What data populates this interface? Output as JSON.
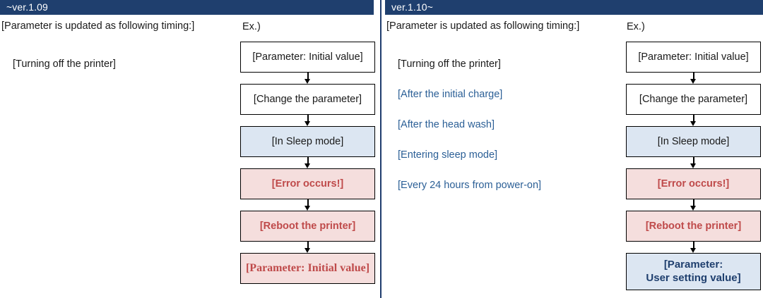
{
  "panels": [
    {
      "version_label": "~ver.1.09",
      "caption": "[Parameter is updated as following timing:]",
      "example_label": "Ex.)",
      "timing_items": [
        {
          "text": "[Turning off the printer]",
          "accent": false
        }
      ],
      "flow_nodes": [
        {
          "label": "[Parameter: Initial value]",
          "style": "plain"
        },
        {
          "label": "[Change the parameter]",
          "style": "plain"
        },
        {
          "label": "[In Sleep mode]",
          "style": "blue"
        },
        {
          "label": "[Error occurs!]",
          "style": "red"
        },
        {
          "label": "[Reboot the printer]",
          "style": "red"
        },
        {
          "label": "[Parameter: Initial value]",
          "style": "red-serif"
        }
      ]
    },
    {
      "version_label": "ver.1.10~",
      "caption": "[Parameter is updated as following timing:]",
      "example_label": "Ex.)",
      "timing_items": [
        {
          "text": "[Turning off the printer]",
          "accent": false
        },
        {
          "text": "[After the initial charge]",
          "accent": true
        },
        {
          "text": "[After the head wash]",
          "accent": true
        },
        {
          "text": "[Entering sleep mode]",
          "accent": true
        },
        {
          "text": "[Every 24 hours from power-on]",
          "accent": true
        }
      ],
      "flow_nodes": [
        {
          "label": "[Parameter: Initial value]",
          "style": "plain"
        },
        {
          "label": "[Change the parameter]",
          "style": "plain"
        },
        {
          "label": "[In Sleep mode]",
          "style": "blue"
        },
        {
          "label": "[Error occurs!]",
          "style": "red"
        },
        {
          "label": "[Reboot the printer]",
          "style": "red"
        },
        {
          "label": "[Parameter:\nUser setting value]",
          "style": "blue-bold"
        }
      ]
    }
  ],
  "colors": {
    "header_bar": "#1f3f6e",
    "divider": "#1f3d6e",
    "accent_text": "#2b5f96",
    "node_blue_fill": "#dce6f2",
    "node_red_fill": "#f5dedd",
    "node_red_text": "#bf4a4a",
    "node_blue_text": "#1f3f6e",
    "node_border": "#000000",
    "body_text": "#1a1a1a",
    "background": "#ffffff"
  }
}
